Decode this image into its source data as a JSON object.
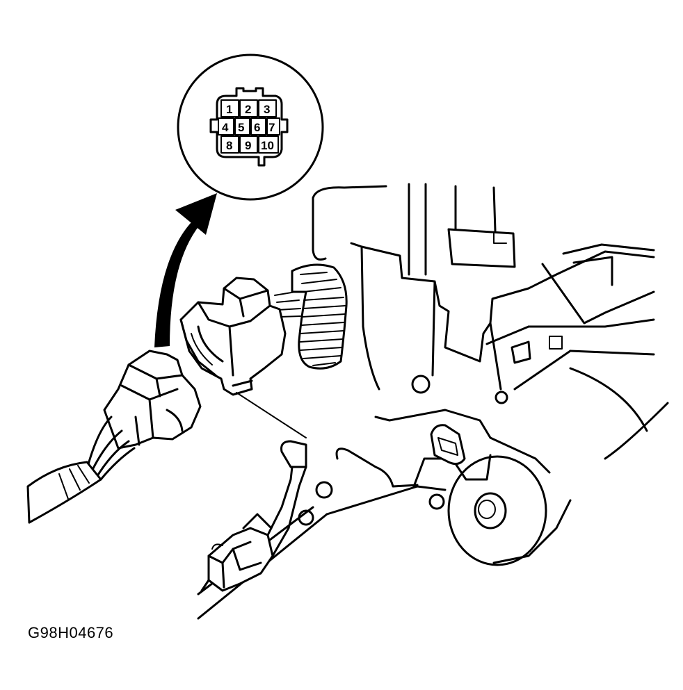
{
  "figure_code": "G98H04676",
  "connector_pins": {
    "row1": [
      "1",
      "2",
      "3"
    ],
    "row2": [
      "4",
      "5",
      "6",
      "7"
    ],
    "row3": [
      "8",
      "9",
      "10"
    ]
  },
  "icons": {
    "callout_arrow": "curved-arrow-icon"
  }
}
